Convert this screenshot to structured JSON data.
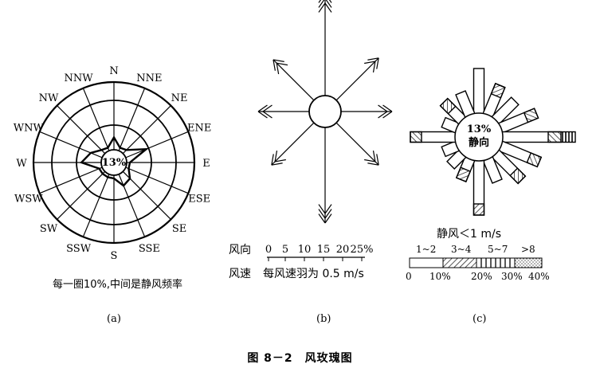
{
  "panel_a": {
    "directions": [
      "N",
      "NNE",
      "NE",
      "ENE",
      "E",
      "ESE",
      "SE",
      "SSE",
      "S",
      "SSW",
      "SW",
      "WSW",
      "W",
      "WNW",
      "NW",
      "NNW"
    ],
    "center_label": "13%",
    "note": "每一圈10%,中间是静风频率",
    "sub_label": "(a)",
    "ring_step_percent": 10,
    "calm_percent": 13,
    "frequencies_percent": [
      18,
      14,
      15,
      22,
      14,
      13,
      17,
      18,
      13,
      14,
      13,
      14,
      21,
      18,
      15,
      12
    ]
  },
  "panel_b": {
    "wind_direction_label": "风向",
    "scale_ticks": [
      "0",
      "5",
      "10",
      "15",
      "20",
      "25%"
    ],
    "wind_speed_label": "风速",
    "feather_note": "每风速羽为 0.5 m/s",
    "sub_label": "(b)"
  },
  "panel_c": {
    "center_line1": "13%",
    "center_line2": "静向",
    "calm_note": "静风＜1 m/s",
    "speed_classes": [
      "1~2",
      "3~4",
      "5~7",
      ">8"
    ],
    "scale_ticks": [
      "0",
      "10%",
      "20%",
      "30%",
      "40%"
    ],
    "sub_label": "(c)"
  },
  "figure_caption": "图 8－2　风玫瑰图"
}
